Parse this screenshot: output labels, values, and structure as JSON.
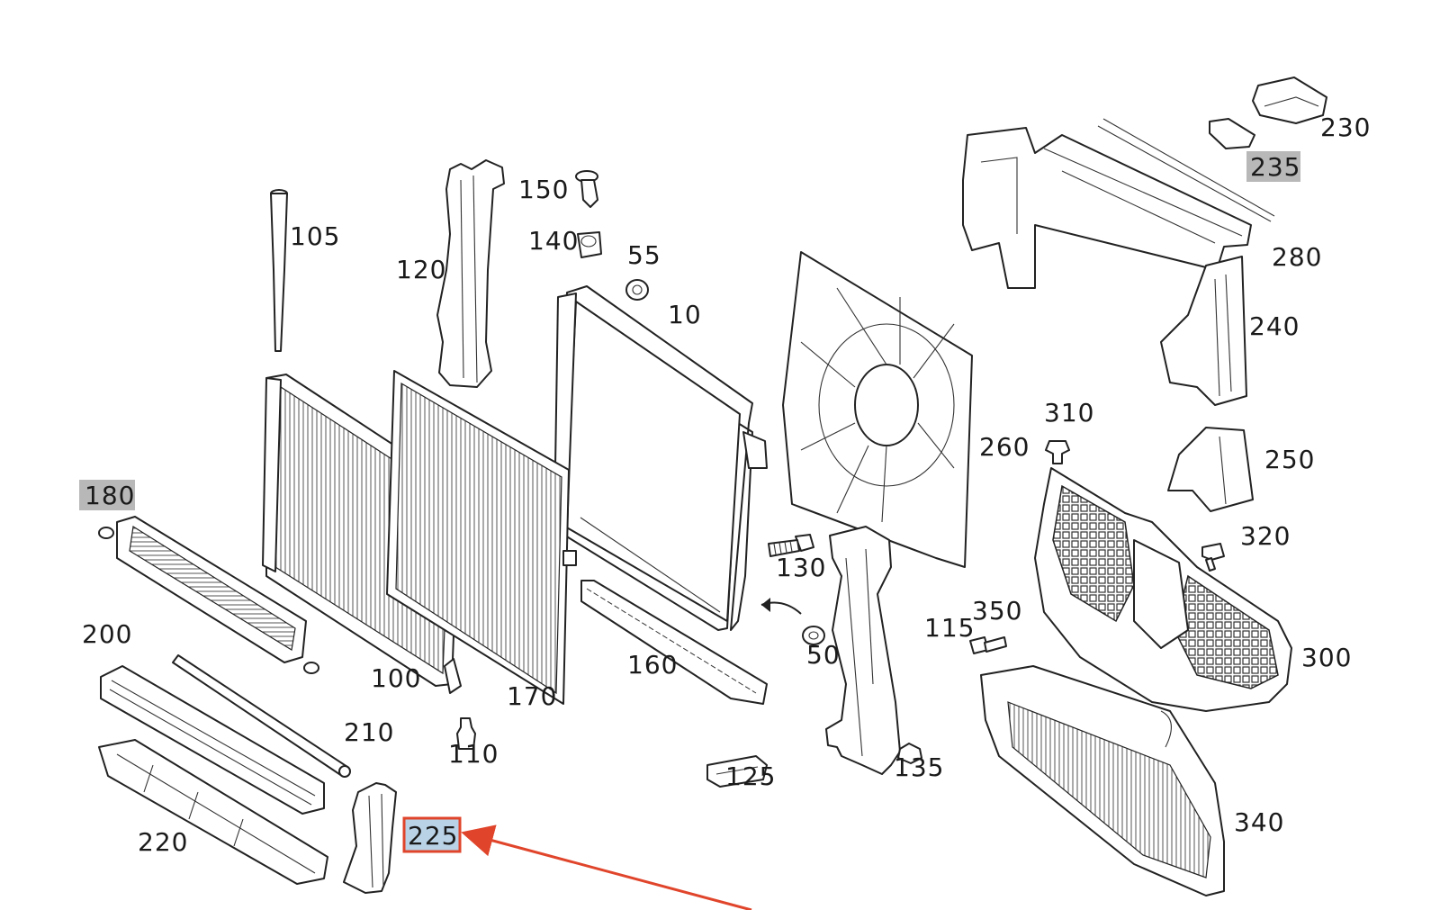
{
  "labels": {
    "p230": "230",
    "p235": "235",
    "p280": "280",
    "p240": "240",
    "p310": "310",
    "p250": "250",
    "p320": "320",
    "p300": "300",
    "p340": "340",
    "p350": "350",
    "p260": "260",
    "p150": "150",
    "p140": "140",
    "p55": "55",
    "p10": "10",
    "p120": "120",
    "p105": "105",
    "p180": "180",
    "p200": "200",
    "p100": "100",
    "p170": "170",
    "p160": "160",
    "p130": "130",
    "p50": "50",
    "p115": "115",
    "p135": "135",
    "p125": "125",
    "p110": "110",
    "p210": "210",
    "p220": "220",
    "p225": "225"
  },
  "highlighted_labels": [
    "180",
    "235"
  ],
  "selected_label": "225",
  "colors": {
    "highlight_bg": "#b8b8b8",
    "selected_bg": "#b9d2e6",
    "selected_border": "#e0452b",
    "arrow": "#e0452b",
    "line": "#222222"
  }
}
